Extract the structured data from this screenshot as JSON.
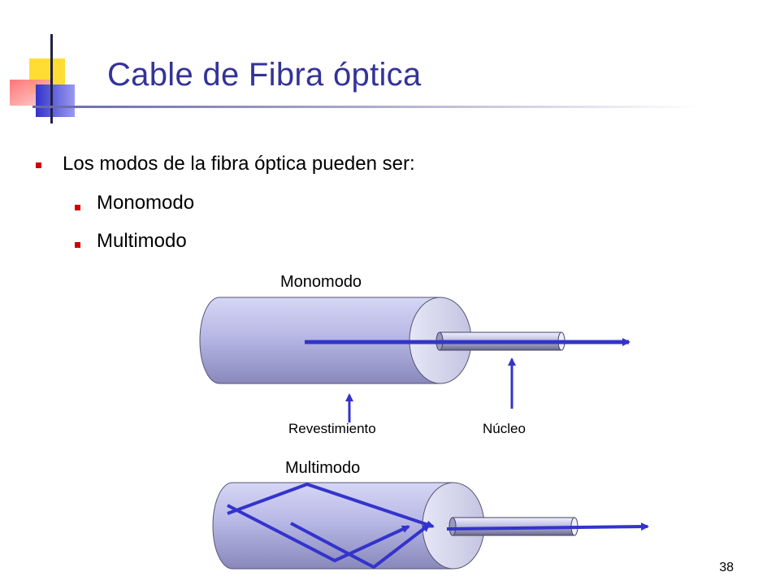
{
  "slide": {
    "title": "Cable de Fibra óptica",
    "bullets": [
      {
        "text": "Los modos de la fibra óptica pueden ser:",
        "level": 1
      },
      {
        "text": "Monomodo",
        "level": 2
      },
      {
        "text": "Multimodo",
        "level": 2
      }
    ],
    "page_number": "38"
  },
  "diagram": {
    "monomode_label": "Monomodo",
    "cladding_label": "Revestimiento",
    "core_label": "Núcleo",
    "multimode_label": "Multimodo"
  },
  "colors": {
    "title": "#333399",
    "bullet": "#cc0000",
    "arrow": "#3333cc",
    "cylinder_light": "#ccccff",
    "cylinder_dark": "#9999cc"
  }
}
